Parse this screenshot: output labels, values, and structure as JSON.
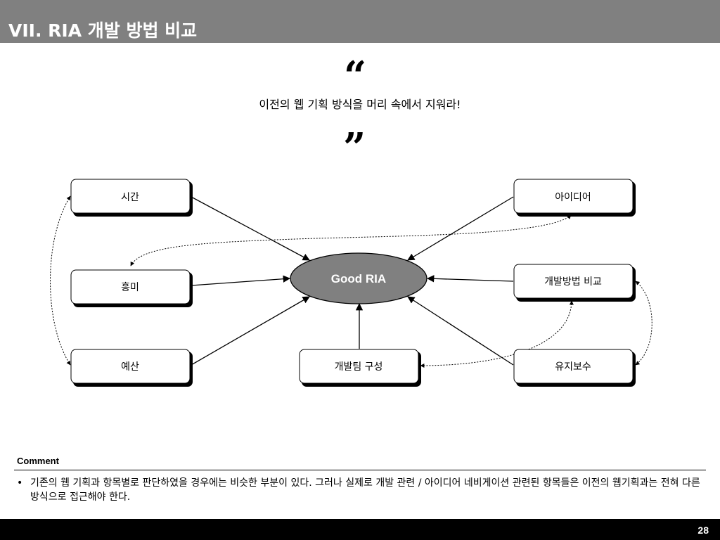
{
  "header": {
    "title": "VII. RIA 개발 방법 비교"
  },
  "quote": {
    "open_mark": "“",
    "text": "이전의 웹 기획 방식을 머리 속에서 지워라!",
    "close_mark": "”"
  },
  "diagram": {
    "center": "Good RIA",
    "nodes": {
      "time": "시간",
      "interest": "흥미",
      "budget": "예산",
      "idea": "아이디어",
      "method": "개발방법 비교",
      "team": "개발팀 구성",
      "maintenance": "유지보수"
    }
  },
  "comment": {
    "title": "Comment",
    "bullet": "•",
    "text": "기존의 웹 기획과 항목별로 판단하였을 경우에는 비슷한 부분이 있다. 그러나 실제로 개발 관련 / 아이디어 네비게이션 관련된 항목들은 이전의 웹기획과는 전혀 다른 방식으로 접근해야 한다."
  },
  "footer": {
    "page": "28"
  },
  "colors": {
    "header_bg": "#808080",
    "center_fill": "#808080",
    "footer_bg": "#000000"
  }
}
